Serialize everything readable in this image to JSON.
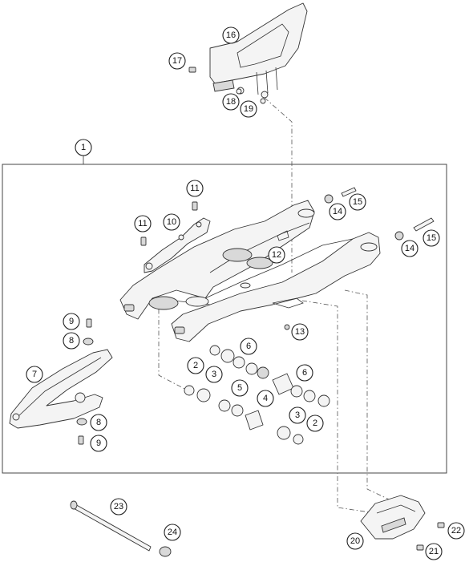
{
  "diagram": {
    "callouts": [
      {
        "id": "c16",
        "label": "16"
      },
      {
        "id": "c17",
        "label": "17"
      },
      {
        "id": "c18",
        "label": "18"
      },
      {
        "id": "c19",
        "label": "19"
      },
      {
        "id": "c1",
        "label": "1"
      },
      {
        "id": "c11a",
        "label": "11"
      },
      {
        "id": "c11b",
        "label": "11"
      },
      {
        "id": "c10",
        "label": "10"
      },
      {
        "id": "c14a",
        "label": "14"
      },
      {
        "id": "c15a",
        "label": "15"
      },
      {
        "id": "c14b",
        "label": "14"
      },
      {
        "id": "c15b",
        "label": "15"
      },
      {
        "id": "c12",
        "label": "12"
      },
      {
        "id": "c13",
        "label": "13"
      },
      {
        "id": "c9a",
        "label": "9"
      },
      {
        "id": "c8a",
        "label": "8"
      },
      {
        "id": "c7",
        "label": "7"
      },
      {
        "id": "c6a",
        "label": "6"
      },
      {
        "id": "c2a",
        "label": "2"
      },
      {
        "id": "c3a",
        "label": "3"
      },
      {
        "id": "c5",
        "label": "5"
      },
      {
        "id": "c4",
        "label": "4"
      },
      {
        "id": "c6b",
        "label": "6"
      },
      {
        "id": "c3b",
        "label": "3"
      },
      {
        "id": "c2b",
        "label": "2"
      },
      {
        "id": "c8b",
        "label": "8"
      },
      {
        "id": "c9b",
        "label": "9"
      },
      {
        "id": "c23",
        "label": "23"
      },
      {
        "id": "c24",
        "label": "24"
      },
      {
        "id": "c20",
        "label": "20"
      },
      {
        "id": "c22",
        "label": "22"
      },
      {
        "id": "c21",
        "label": "21"
      }
    ]
  }
}
